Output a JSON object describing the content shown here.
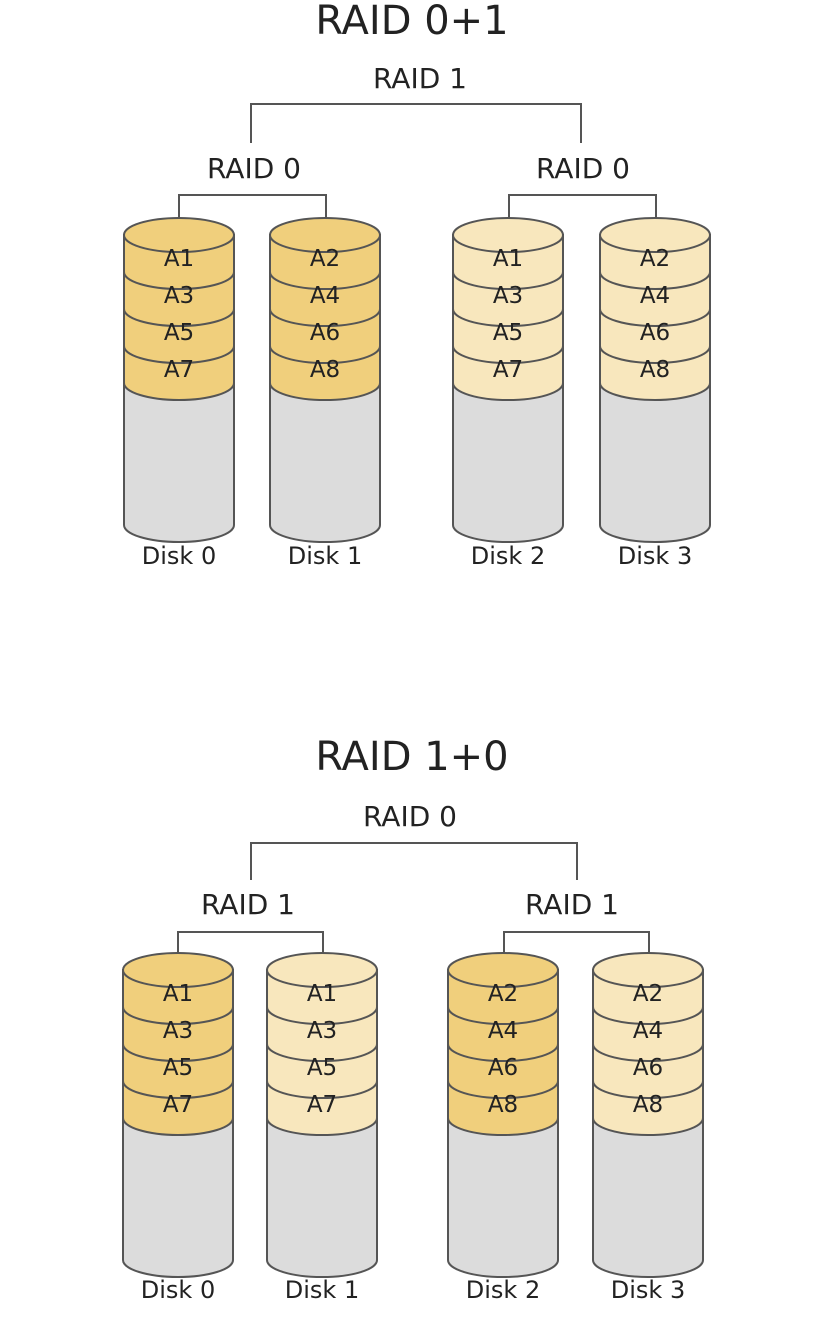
{
  "raid01": {
    "title": "RAID 0+1",
    "top_level": "RAID 1",
    "sub_levels": [
      "RAID 0",
      "RAID 0"
    ],
    "disks": [
      {
        "label": "Disk 0",
        "blocks": [
          "A1",
          "A3",
          "A5",
          "A7"
        ],
        "shade": "dark"
      },
      {
        "label": "Disk 1",
        "blocks": [
          "A2",
          "A4",
          "A6",
          "A8"
        ],
        "shade": "dark"
      },
      {
        "label": "Disk 2",
        "blocks": [
          "A1",
          "A3",
          "A5",
          "A7"
        ],
        "shade": "light"
      },
      {
        "label": "Disk 3",
        "blocks": [
          "A2",
          "A4",
          "A6",
          "A8"
        ],
        "shade": "light"
      }
    ]
  },
  "raid10": {
    "title": "RAID 1+0",
    "top_level": "RAID 0",
    "sub_levels": [
      "RAID 1",
      "RAID 1"
    ],
    "disks": [
      {
        "label": "Disk 0",
        "blocks": [
          "A1",
          "A3",
          "A5",
          "A7"
        ],
        "shade": "dark"
      },
      {
        "label": "Disk 1",
        "blocks": [
          "A1",
          "A3",
          "A5",
          "A7"
        ],
        "shade": "light"
      },
      {
        "label": "Disk 2",
        "blocks": [
          "A2",
          "A4",
          "A6",
          "A8"
        ],
        "shade": "dark"
      },
      {
        "label": "Disk 3",
        "blocks": [
          "A2",
          "A4",
          "A6",
          "A8"
        ],
        "shade": "light"
      }
    ]
  },
  "colors": {
    "dark_block": "#f0cf7c",
    "light_block": "#f8e7bd",
    "empty": "#dcdcdc",
    "outline": "#555555",
    "text": "#222222"
  }
}
